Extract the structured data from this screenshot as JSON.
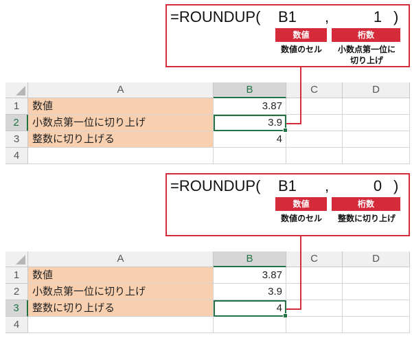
{
  "panels": [
    {
      "formula": {
        "func": "=ROUNDUP(",
        "arg1": "B1",
        "comma": ",",
        "arg2": "1",
        "close": ")"
      },
      "badges": {
        "value": "数値",
        "digits": "桁数"
      },
      "descriptions": {
        "value": "数値のセル",
        "digits_line1": "小数点第一位に",
        "digits_line2": "切り上げ"
      },
      "sheet": {
        "columns": [
          "A",
          "B",
          "C",
          "D"
        ],
        "selected_column": "B",
        "rows": [
          {
            "num": "1",
            "a": "数値",
            "b": "3.87"
          },
          {
            "num": "2",
            "a": "小数点第一位に切り上げ",
            "b": "3.9"
          },
          {
            "num": "3",
            "a": "整数に切り上げる",
            "b": "4"
          },
          {
            "num": "4",
            "a": "",
            "b": ""
          }
        ],
        "active_row": "2"
      }
    },
    {
      "formula": {
        "func": "=ROUNDUP(",
        "arg1": "B1",
        "comma": ",",
        "arg2": "0",
        "close": ")"
      },
      "badges": {
        "value": "数値",
        "digits": "桁数"
      },
      "descriptions": {
        "value": "数値のセル",
        "digits_line1": "整数に切り上げ",
        "digits_line2": ""
      },
      "sheet": {
        "columns": [
          "A",
          "B",
          "C",
          "D"
        ],
        "selected_column": "B",
        "rows": [
          {
            "num": "1",
            "a": "数値",
            "b": "3.87"
          },
          {
            "num": "2",
            "a": "小数点第一位に切り上げ",
            "b": "3.9"
          },
          {
            "num": "3",
            "a": "整数に切り上げる",
            "b": "4"
          },
          {
            "num": "4",
            "a": "",
            "b": ""
          }
        ],
        "active_row": "3"
      }
    }
  ],
  "colors": {
    "accent_red": "#d42a3a",
    "excel_green": "#217346",
    "label_fill": "#f8cfaf"
  }
}
